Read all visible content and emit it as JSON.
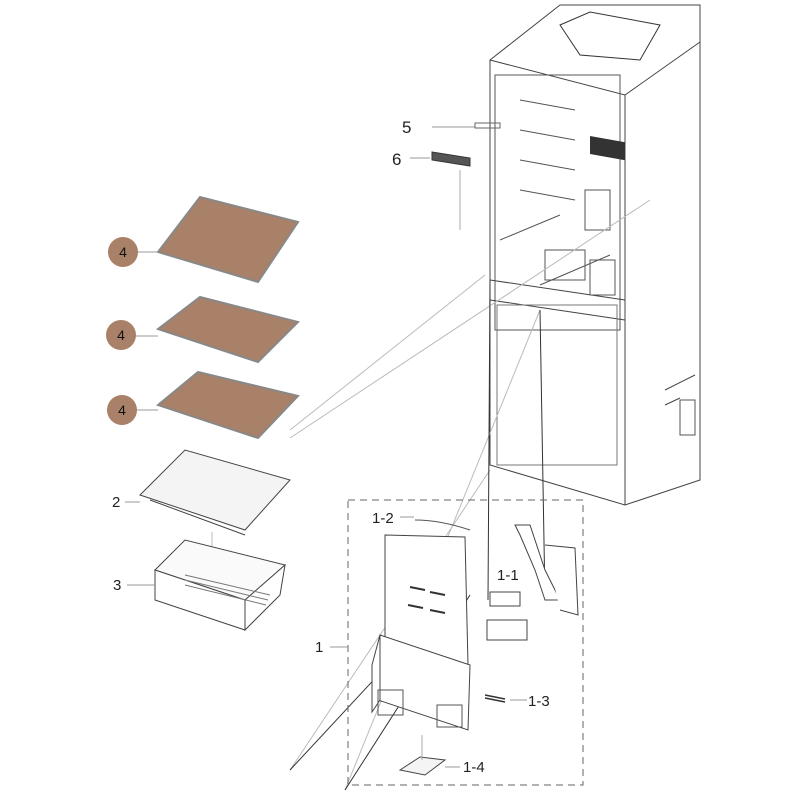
{
  "colors": {
    "shelf": "#a98068",
    "badge": "#a98068",
    "line": "#333333"
  },
  "labels": {
    "part_5": "5",
    "part_6": "6",
    "shelf_1": "4",
    "shelf_2": "4",
    "shelf_3": "4",
    "part_2": "2",
    "part_3": "3",
    "part_1": "1",
    "part_1_1": "1-1",
    "part_1_2": "1-2",
    "part_1_3": "1-3",
    "part_1_4": "1-4"
  }
}
